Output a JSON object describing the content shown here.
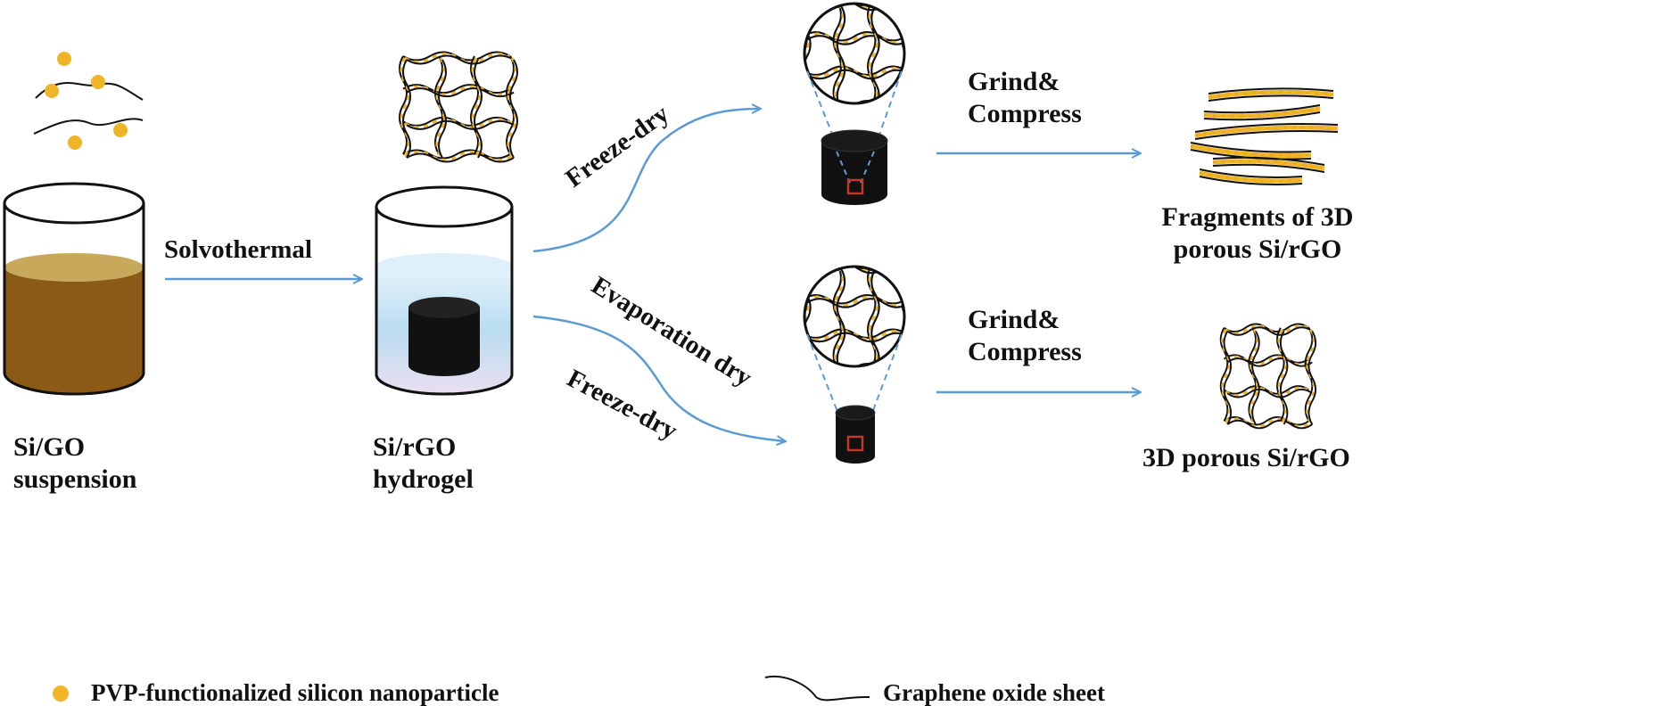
{
  "colors": {
    "arrow": "#5b9bd5",
    "particle": "#f0b429",
    "suspension": "#8a5a16",
    "suspension_top": "#c8a95c",
    "hydrogel_liquid": "#bfe0f2",
    "monolith": "#111111",
    "zoom_box": "#c0392b"
  },
  "icons": {
    "beaker": "beaker-icon",
    "cylinder": "cylinder-monolith-icon",
    "network": "porous-network-icon",
    "fragments": "fragment-sheets-icon",
    "particle": "nanoparticle-dot-icon",
    "sheet": "sheet-line-icon"
  },
  "steps": {
    "solvothermal": "Solvothermal",
    "freeze_dry_top": "Freeze-dry",
    "evaporation_dry": "Evaporation dry",
    "freeze_dry_bottom": "Freeze-dry",
    "grind_compress_top": "Grind&\nCompress",
    "grind_compress_bottom": "Grind&\nCompress"
  },
  "captions": {
    "suspension": "Si/GO\nsuspension",
    "hydrogel": "Si/rGO\nhydrogel",
    "fragments": "Fragments of 3D\nporous Si/rGO",
    "porous": "3D porous Si/rGO"
  },
  "legend": {
    "particle": "PVP-functionalized silicon nanoparticle",
    "sheet": "Graphene oxide sheet"
  }
}
